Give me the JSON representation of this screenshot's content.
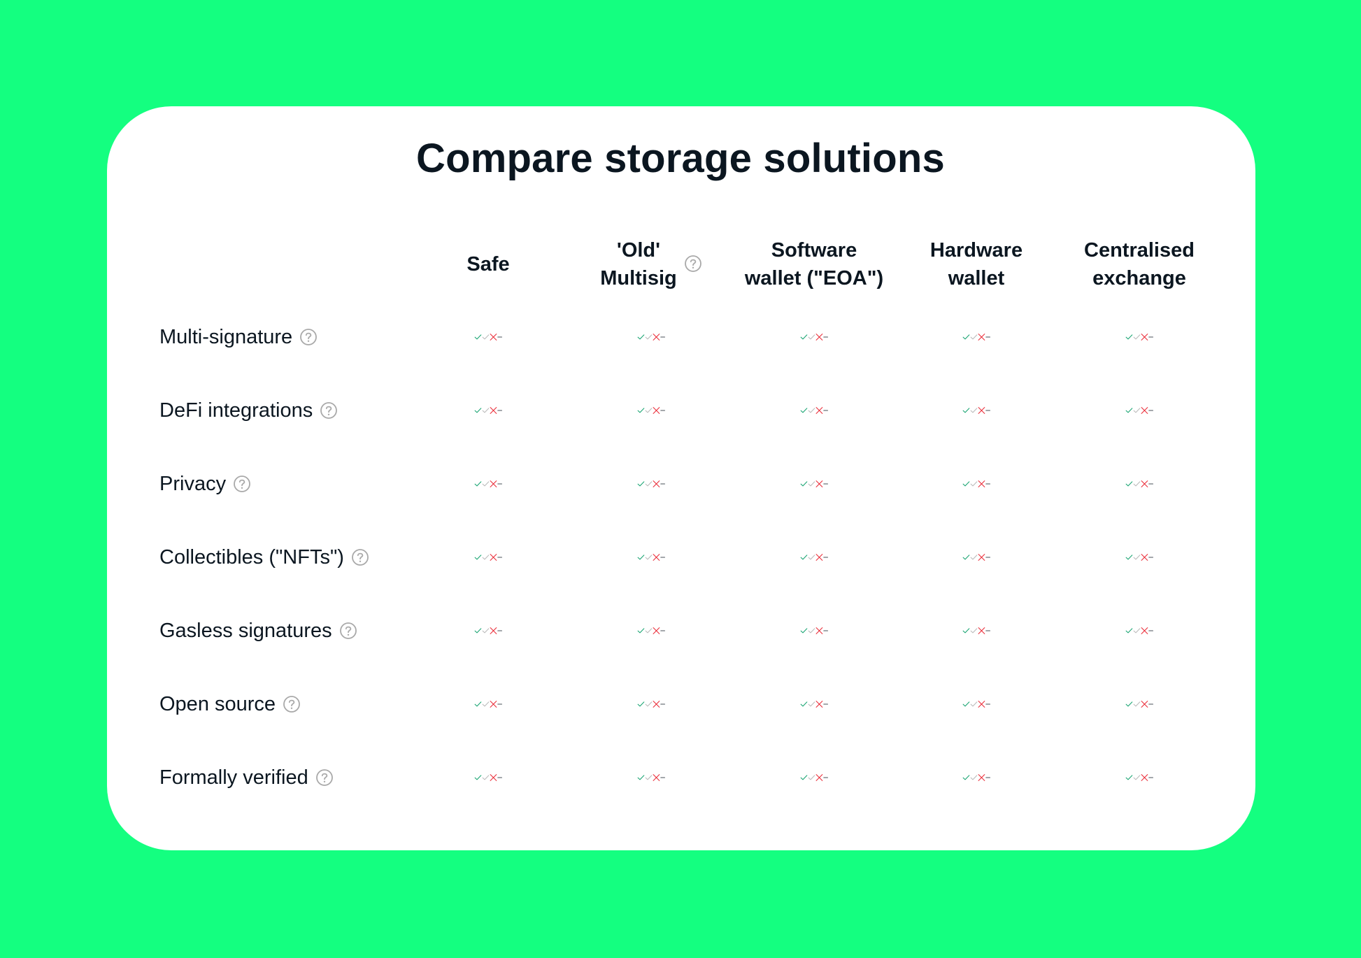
{
  "title": "Compare storage solutions",
  "colors": {
    "background": "#14ff80",
    "check": "#12a26e",
    "cross": "#ea2b37",
    "grey_check": "#b9b9b9",
    "text": "#0b1620"
  },
  "columns": [
    {
      "label": "Safe",
      "has_info": false
    },
    {
      "label": "'Old'\nMultisig",
      "has_info": true
    },
    {
      "label": "Software\nwallet (\"EOA\")",
      "has_info": false
    },
    {
      "label": "Hardware\nwallet",
      "has_info": false
    },
    {
      "label": "Centralised\nexchange",
      "has_info": false
    }
  ],
  "rows": [
    {
      "label": "Multi-signature",
      "values": [
        "check",
        "check",
        "cross",
        "cross",
        "cross"
      ]
    },
    {
      "label": "DeFi integrations",
      "values": [
        "check",
        "cross",
        "grey-check",
        "cross",
        "cross"
      ]
    },
    {
      "label": "Privacy",
      "values": [
        "check",
        "check",
        "grey-check",
        "check",
        "cross"
      ]
    },
    {
      "label": "Collectibles (\"NFTs\")",
      "values": [
        "check",
        "cross",
        "grey-check",
        "cross",
        "cross"
      ]
    },
    {
      "label": "Gasless signatures",
      "values": [
        "check",
        "cross",
        "dash",
        "dash",
        "dash"
      ]
    },
    {
      "label": "Open source",
      "values": [
        "check",
        "check",
        "grey-check",
        "cross",
        "cross"
      ]
    },
    {
      "label": "Formally verified",
      "values": [
        "check",
        "cross",
        "cross",
        "cross",
        "cross"
      ]
    }
  ]
}
